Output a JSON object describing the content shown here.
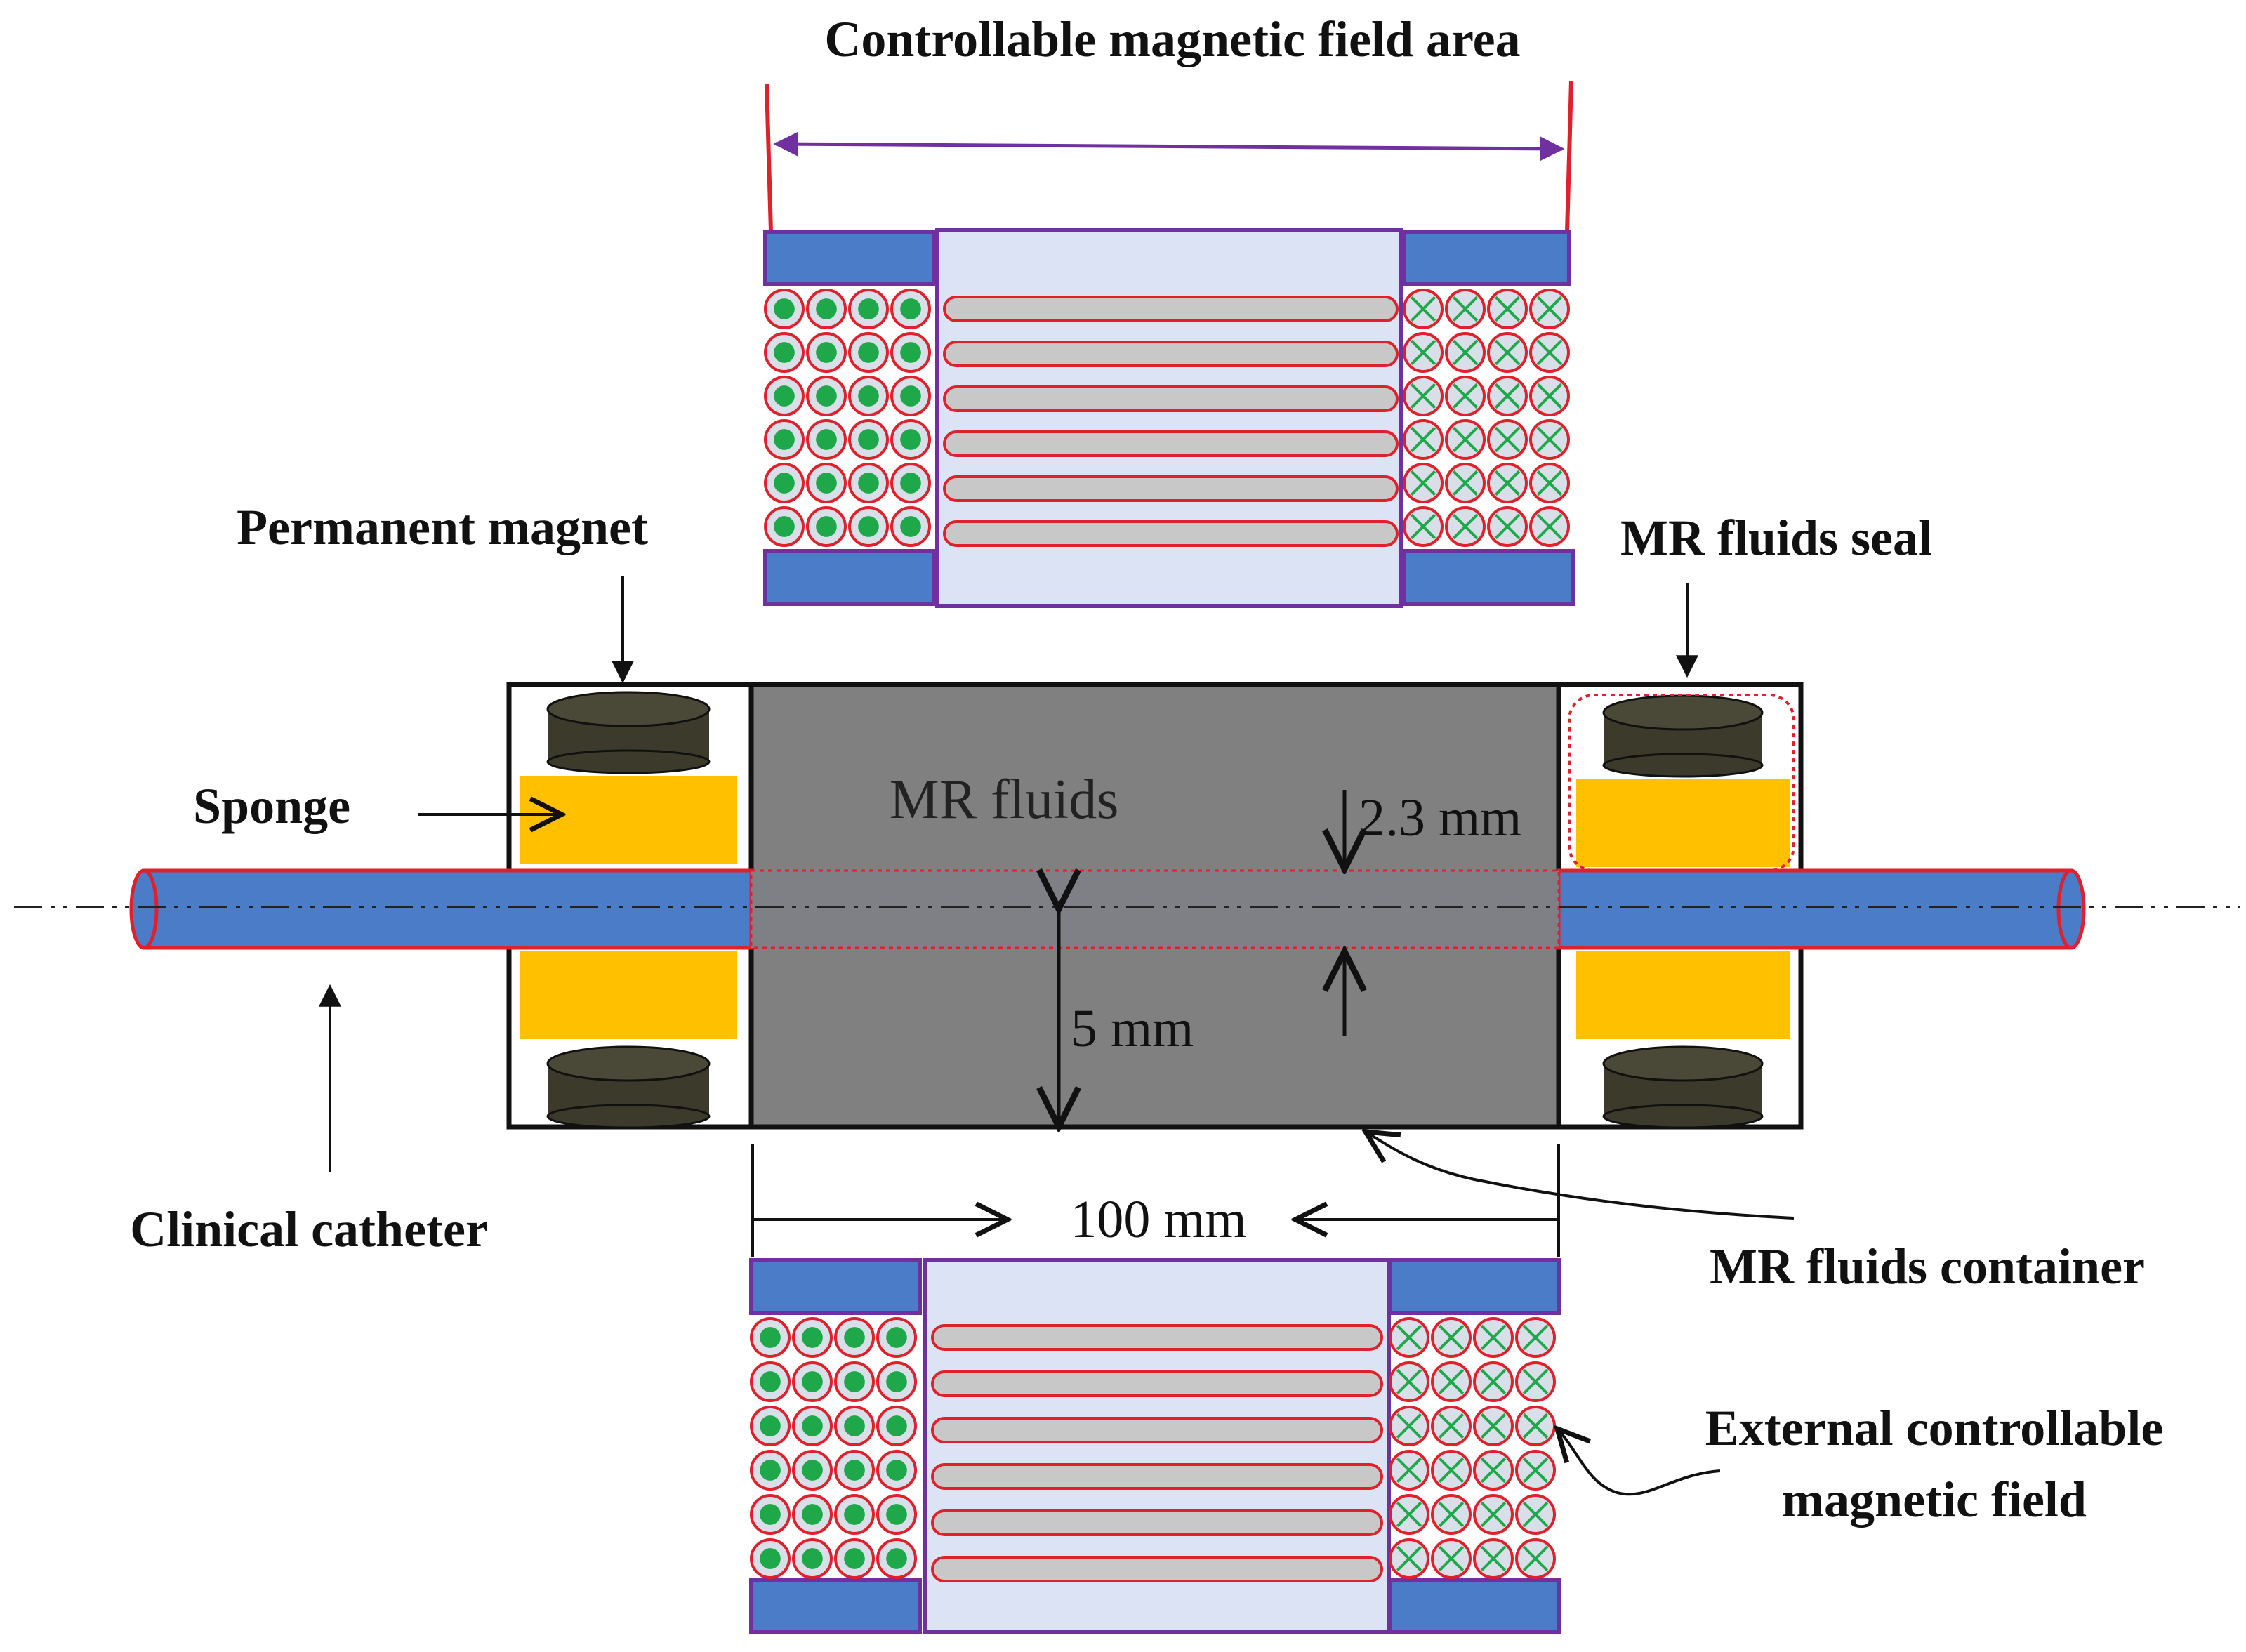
{
  "labels": {
    "controllable_area": "Controllable magnetic field area",
    "permanent_magnet": "Permanent magnet",
    "mr_fluids_seal": "MR fluids seal",
    "sponge": "Sponge",
    "mr_fluids": "MR fluids",
    "clinical_catheter": "Clinical catheter",
    "mr_fluids_container": "MR fluids container",
    "external_field_line1": "External controllable",
    "external_field_line2": "magnetic field"
  },
  "dimensions": {
    "gap": "2.3 mm",
    "radius": "5 mm",
    "length": "100 mm"
  },
  "colors": {
    "mr_fluid": "#808080",
    "catheter": "#4a7cc7",
    "catheter_outline": "#e0202a",
    "sponge": "#ffc000",
    "magnet": "#3b3a2b",
    "coil_cap": "#4a7cc7",
    "coil_outline": "#7030a0",
    "coil_core": "#dce3f5",
    "coil_dot": "#1fa84a",
    "red_marker": "#e0202a",
    "arrow_purple": "#7030a0"
  }
}
